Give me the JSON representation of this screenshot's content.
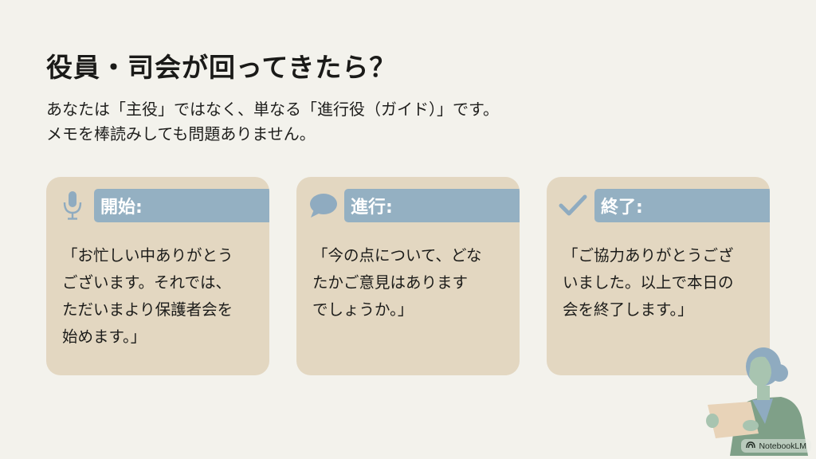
{
  "slide": {
    "title": "役員・司会が回ってきたら？",
    "subtitle_lines": [
      "あなたは「主役」ではなく、単なる「進行役（ガイド）」です。",
      "メモを棒読みしても問題ありません。"
    ]
  },
  "cards": [
    {
      "icon": "microphone-icon",
      "heading": "開始:",
      "quote": "「お忙しい中ありがとう\nございます。それでは、\nただいまより保護者会を\n始めます。」"
    },
    {
      "icon": "speech-bubble-icon",
      "heading": "進行:",
      "quote": "「今の点について、どな\nたかご意見はあります\nでしょうか。」"
    },
    {
      "icon": "checkmark-icon",
      "heading": "終了:",
      "quote": "「ご協力ありがとうござ\nいました。以上で本日の\n会を終了します。」"
    }
  ],
  "colors": {
    "background": "#f3f2ec",
    "card": "#e3d7c1",
    "header_bar": "#94b0c2",
    "icon": "#8fabc0"
  },
  "watermark": {
    "label": "NotebookLM"
  }
}
